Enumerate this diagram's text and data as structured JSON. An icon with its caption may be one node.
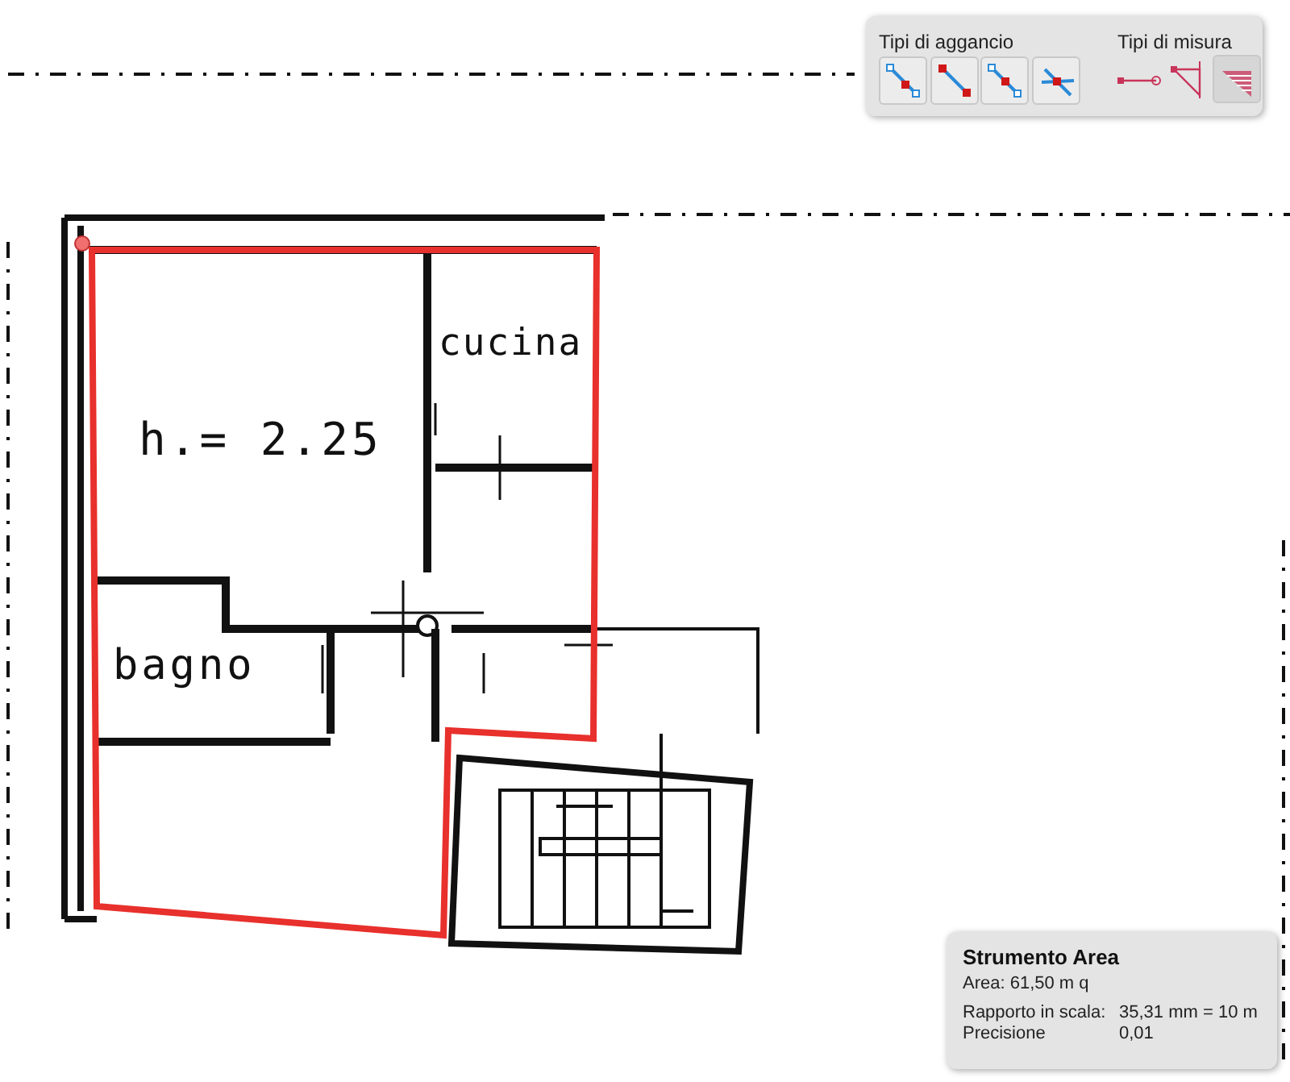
{
  "diagram": {
    "labels": [
      "Tipi di aggancio",
      "Tipi di misura",
      "cucina",
      "h.= 2.25",
      "bagno",
      "Strumento Area",
      "Area: 61,50 m q",
      "Rapporto in scala:",
      "35,31 mm = 10 m",
      "Precisione",
      "0,01"
    ]
  }
}
